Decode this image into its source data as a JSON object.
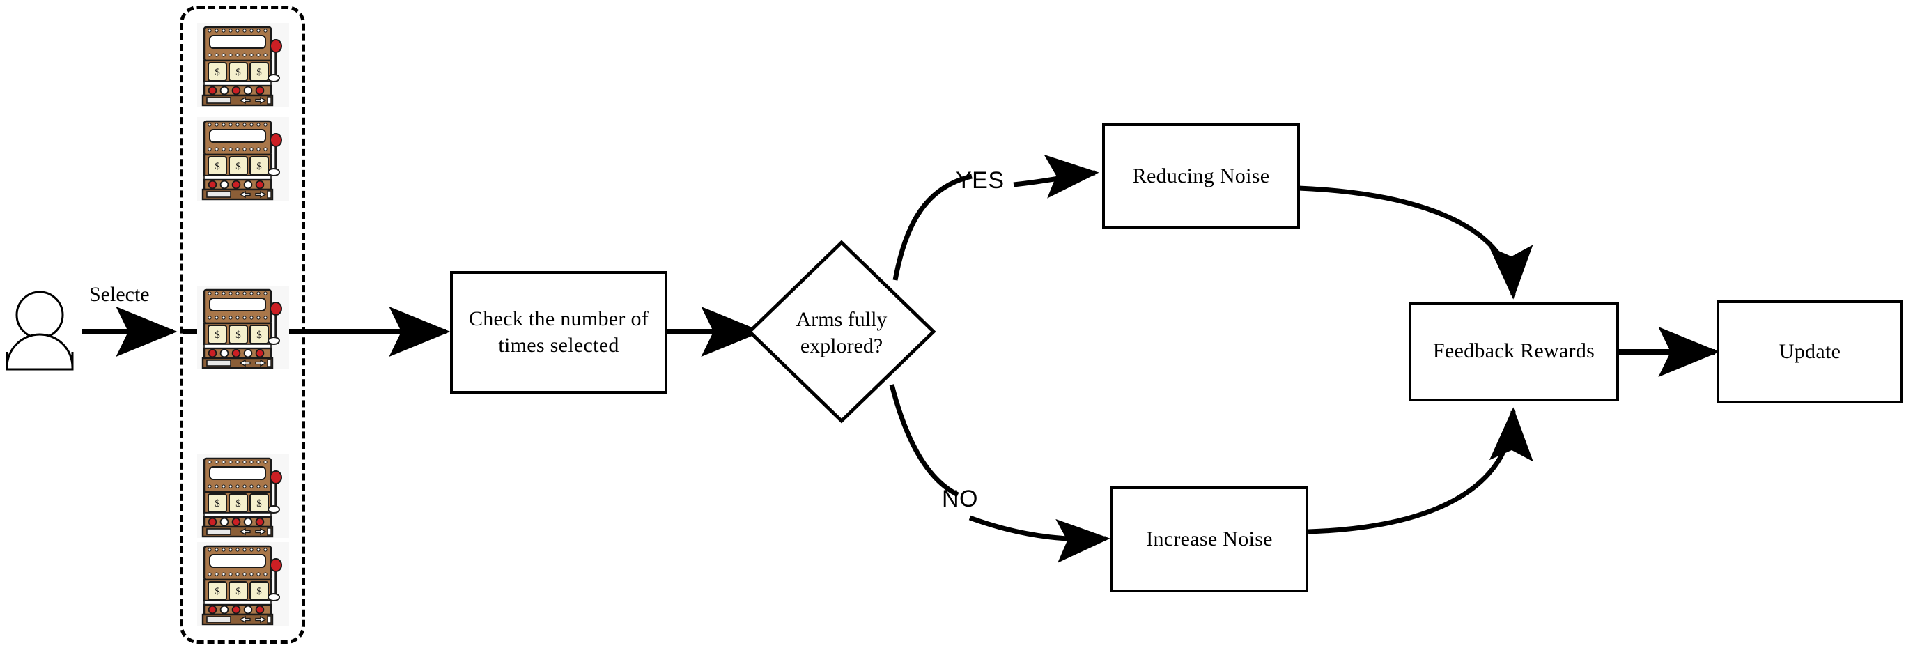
{
  "diagram": {
    "title": "Multi-armed bandit noise-adaptive selection flowchart",
    "background_color": "#ffffff",
    "stroke_color": "#000000"
  },
  "actor": {
    "name": "user-actor",
    "icon": "person-icon"
  },
  "arrows": {
    "select_label": "Selecte",
    "yes_label": "YES",
    "no_label": "NO"
  },
  "arm_group": {
    "name": "arms-group",
    "count": 5,
    "machine_icon": "slot-machine-icon",
    "colors": {
      "cabinet": "#a9774a",
      "cabinet_dark": "#8b5e37",
      "reel": "#f5f0cd",
      "button_red": "#cc1f24",
      "button_white": "#ffffff",
      "outline": "#1a1a1a",
      "panel_bg": "#f7f7f7"
    }
  },
  "nodes": {
    "check": {
      "name": "check-selection-count-node",
      "label": "Check the number of times selected",
      "line1": "Check the number of",
      "line2": "times selected"
    },
    "decision": {
      "name": "arms-fully-explored-decision",
      "label": "Arms fully explored?",
      "line1": "Arms fully",
      "line2": "explored?"
    },
    "reducing_noise": {
      "name": "reducing-noise-node",
      "label": "Reducing Noise"
    },
    "increase_noise": {
      "name": "increase-noise-node",
      "label": "Increase Noise"
    },
    "feedback": {
      "name": "feedback-rewards-node",
      "label": "Feedback Rewards"
    },
    "update": {
      "name": "update-node",
      "label": "Update"
    }
  }
}
